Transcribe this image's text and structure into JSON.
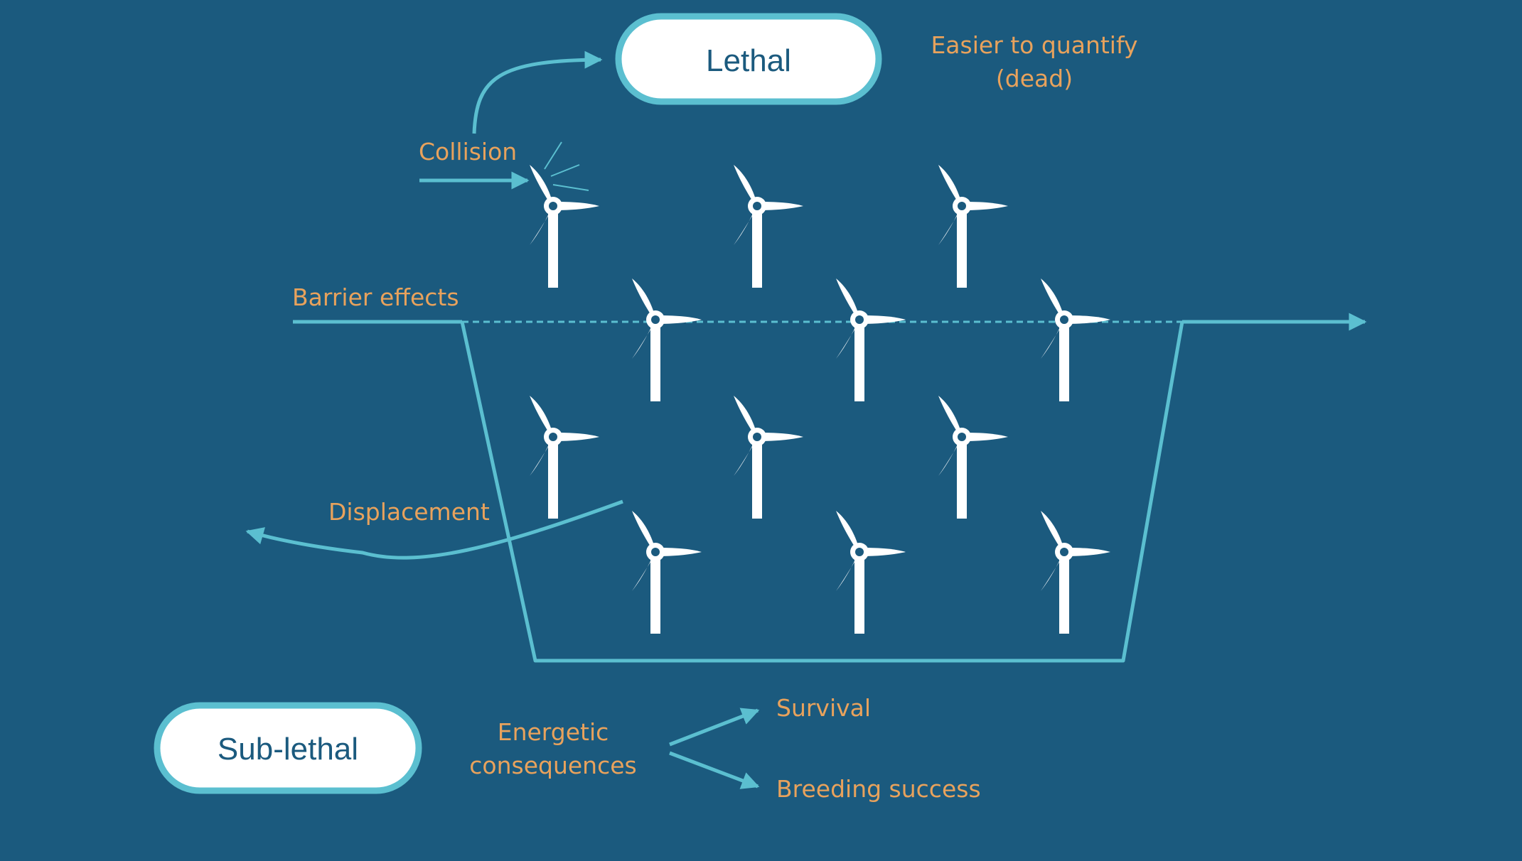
{
  "colors": {
    "background": "#1B5A7E",
    "accent": "#5BBFD0",
    "label": "#E8A25C",
    "pill_fill": "#FFFFFF",
    "pill_text": "#1B5A7E",
    "turbine": "#FFFFFF"
  },
  "pills": {
    "lethal": "Lethal",
    "sublethal": "Sub-lethal"
  },
  "labels": {
    "easier_line1": "Easier to quantify",
    "easier_line2": "(dead)",
    "collision": "Collision",
    "barrier": "Barrier effects",
    "displacement": "Displacement",
    "energetic_line1": "Energetic",
    "energetic_line2": "consequences",
    "survival": "Survival",
    "breeding": "Breeding success"
  },
  "icons": {
    "turbine": "wind-turbine-icon",
    "impact": "impact-spark-icon"
  }
}
